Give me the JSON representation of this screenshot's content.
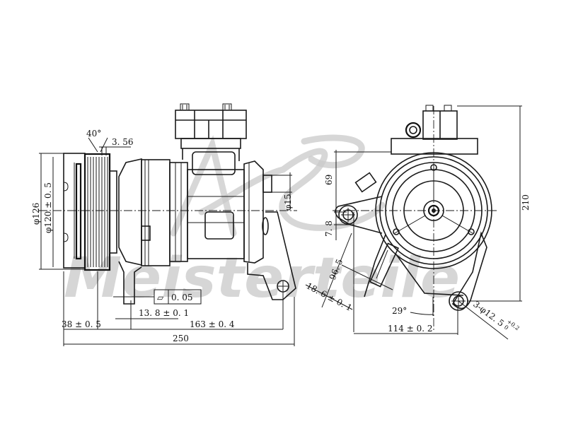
{
  "drawing": {
    "title": "Compressor technical drawing",
    "watermark": {
      "top_text": "A.Z.",
      "bottom_text": "Meisterteile",
      "color": "#c9c9c9"
    },
    "side_view": {
      "dimensions": {
        "angle_groove": "40°",
        "groove_pitch": "3. 56",
        "pulley_outer_dia": "φ126",
        "pulley_inner_dia": "φ120 ± 0. 5",
        "port_dia": "φ15",
        "flatness_symbol": "▱",
        "flatness_value": "0. 05",
        "flange_thickness": "13. 8 ± 0. 1",
        "pulley_offset": "38 ± 0. 5",
        "mount_length": "163 ± 0. 4",
        "overall_length": "250"
      }
    },
    "front_view": {
      "dimensions": {
        "upper_height": "69",
        "mount_offset": "7. 8",
        "diagonal": "96. 5",
        "boss_width": "18. 6 ± 0. 1",
        "angle": "29°",
        "hole_spacing": "114 ± 0. 2",
        "mount_holes": "3-φ12. 5",
        "mount_holes_tol_upper": "+0.2",
        "mount_holes_tol_lower": "0",
        "overall_height": "210"
      }
    },
    "colors": {
      "line": "#1a1a1a",
      "background": "#ffffff",
      "watermark": "#c9c9c9"
    }
  }
}
